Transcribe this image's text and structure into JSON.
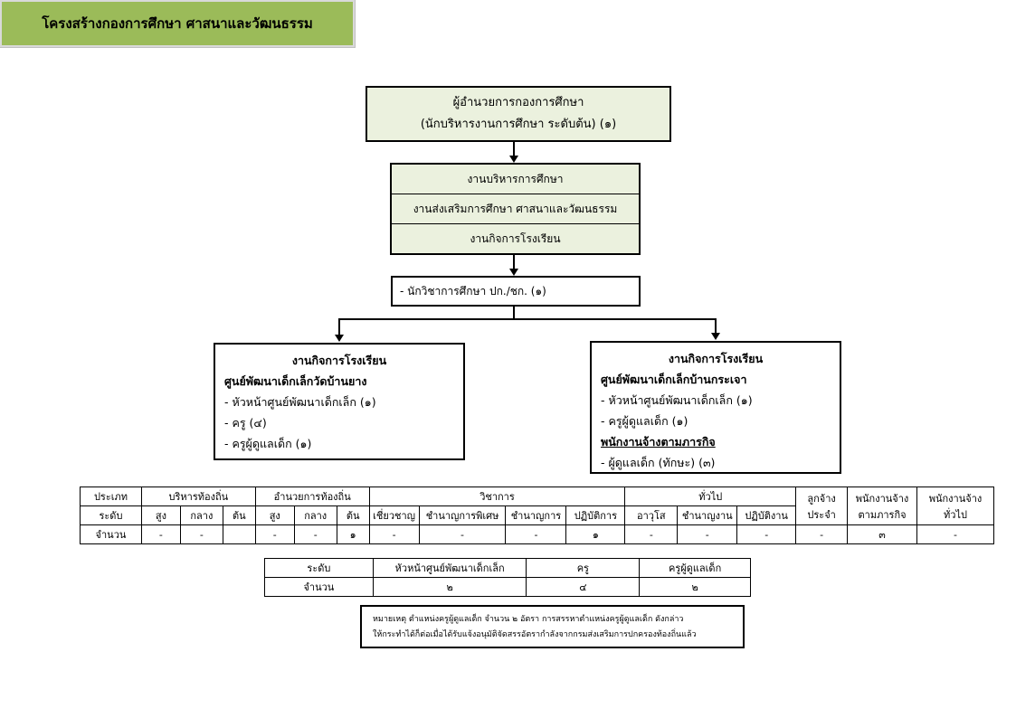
{
  "title": "โครงสร้างกองการศึกษา ศาสนาและวัฒนธรรม",
  "director": {
    "line1": "ผู้อำนวยการกองการศึกษา",
    "line2": "(นักบริหารงานการศึกษา ระดับต้น) (๑)"
  },
  "works": [
    "งานบริหารการศึกษา",
    "งานส่งเสริมการศึกษา ศาสนาและวัฒนธรรม",
    "งานกิจการโรงเรียน"
  ],
  "staff": "- นักวิชาการศึกษา ปก./ชก. (๑)",
  "center1": {
    "head": "งานกิจการโรงเรียน",
    "name": "ศูนย์พัฒนาเด็กเล็กวัดบ้านยาง",
    "items": [
      "- หัวหน้าศูนย์พัฒนาเด็กเล็ก (๑)",
      "- ครู (๔)",
      "- ครูผู้ดูแลเด็ก (๑)"
    ]
  },
  "center2": {
    "head": "งานกิจการโรงเรียน",
    "name": "ศูนย์พัฒนาเด็กเล็กบ้านกระเจา",
    "items": [
      "- หัวหน้าศูนย์พัฒนาเด็กเล็ก (๑)",
      "- ครูผู้ดูแลเด็ก (๑)"
    ],
    "sub_head": "พนักงานจ้างตามภารกิจ",
    "sub_items": [
      "- ผู้ดูแลเด็ก (ทักษะ) (๓)"
    ]
  },
  "table1": {
    "row_type": "ประเภท",
    "row_level": "ระดับ",
    "row_count": "จำนวน",
    "groups": {
      "admin": "บริหารท้องถิ่น",
      "director": "อำนวยการท้องถิ่น",
      "academic": "วิชาการ",
      "general": "ทั่วไป",
      "employee_line1": "ลูกจ้าง",
      "employee_line2": "ประจำ",
      "mission_line1": "พนักงานจ้าง",
      "mission_line2": "ตามภารกิจ",
      "general_staff_line1": "พนักงานจ้าง",
      "general_staff_line2": "ทั่วไป"
    },
    "levels": [
      "สูง",
      "กลาง",
      "ต้น",
      "สูง",
      "กลาง",
      "ต้น",
      "เชี่ยวชาญ",
      "ชำนาญการพิเศษ",
      "ชำนาญการ",
      "ปฏิบัติการ",
      "อาวุโส",
      "ชำนาญงาน",
      "ปฏิบัติงาน"
    ],
    "counts": [
      "-",
      "-",
      "",
      "-",
      "-",
      "๑",
      "-",
      "-",
      "-",
      "๑",
      "-",
      "-",
      "-",
      "-",
      "๓",
      "-"
    ]
  },
  "table2": {
    "headers": [
      "ระดับ",
      "หัวหน้าศูนย์พัฒนาเด็กเล็ก",
      "ครู",
      "ครูผู้ดูแลเด็ก"
    ],
    "values": [
      "จำนวน",
      "๒",
      "๔",
      "๒"
    ]
  },
  "note": {
    "line1": "หมายเหตุ ตำแหน่งครูผู้ดูแลเด็ก จำนวน ๒ อัตรา การสรรหาตำแหน่งครูผู้ดูแลเด็ก ดังกล่าว",
    "line2": "ให้กระทำได้ก็ต่อเมื่อได้รับแจ้งอนุมัติจัดสรรอัตรากำลังจากกรมส่งเสริมการปกครองท้องถิ่นแล้ว"
  }
}
